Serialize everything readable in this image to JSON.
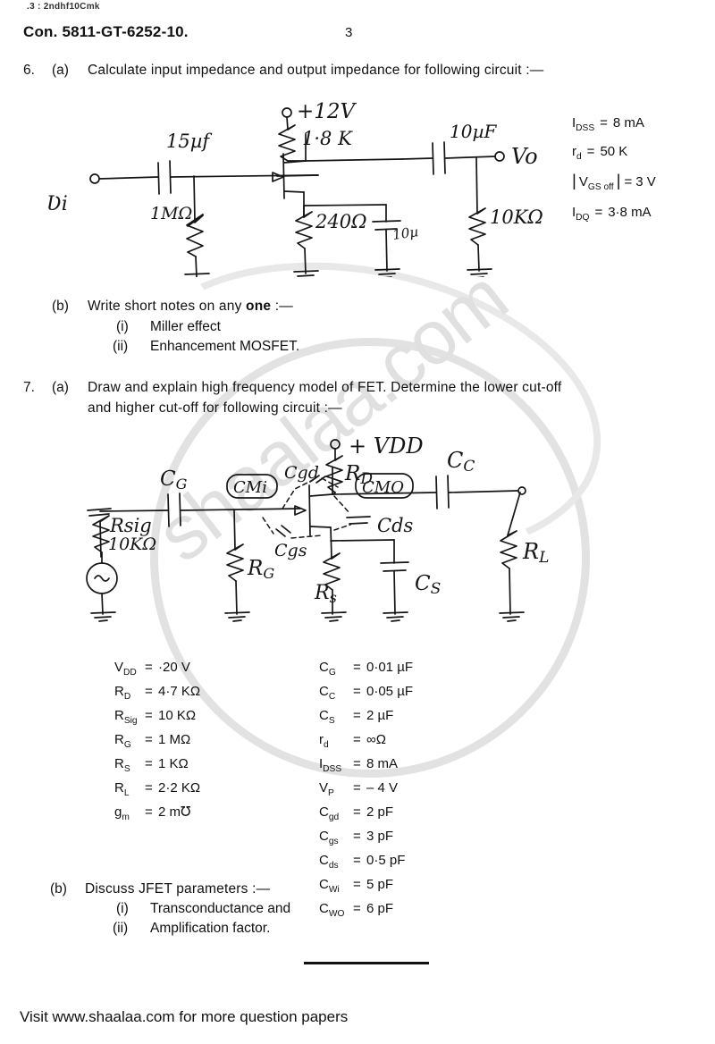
{
  "header": {
    "tiny_code": ".3 : 2ndhf10Cmk",
    "con_code": "Con. 5811-GT-6252-10.",
    "page_number": "3"
  },
  "watermark": {
    "text": "shaalaa.com"
  },
  "questions": [
    {
      "number": "6.",
      "letter": "(a)",
      "text": "Calculate input impedance and output impedance for following circuit :—",
      "circuit": {
        "name": "jfet-amplifier-circuit-1",
        "labels": {
          "input_source": "Vi",
          "input_cap": "15µf",
          "gate_resistor": "1MΩ",
          "supply": "+12V",
          "drain_resistor": "1·8 K",
          "source_resistor": "240Ω",
          "bypass_cap": "10µ",
          "coupling_cap": "10µF",
          "output": "Vo",
          "load_resistor": "10KΩ"
        }
      },
      "params": [
        {
          "name": "I",
          "sub": "DSS",
          "eq": "=",
          "value": "8 mA"
        },
        {
          "name": "r",
          "sub": "d",
          "eq": "=",
          "value": "50 K"
        },
        {
          "name": "V",
          "sub": "GS off",
          "eq": "=",
          "value": "3 V",
          "absolute": true
        },
        {
          "name": "I",
          "sub": "DQ",
          "eq": "=",
          "value": "3·8 mA"
        }
      ]
    },
    {
      "number": "",
      "letter": "(b)",
      "text_pre": "Write short notes on any ",
      "text_bold": "one",
      "text_post": " :—",
      "subitems": [
        {
          "roman": "(i)",
          "text": "Miller effect"
        },
        {
          "roman": "(ii)",
          "text": "Enhancement MOSFET."
        }
      ]
    },
    {
      "number": "7.",
      "letter": "(a)",
      "line1": "Draw and explain high frequency model of FET.  Determine the lower cut-off",
      "line2": "and higher cut-off for following circuit :—",
      "circuit": {
        "name": "jfet-high-frequency-circuit-2",
        "labels": {
          "sig_resistor": "Rsig",
          "sig_value": "10KΩ",
          "gate_cap": "CG",
          "miller_input_cap": "CMi",
          "cgd": "Cgd",
          "cgs": "Cgs",
          "gate_resistor": "RG",
          "source_resistor": "Rs",
          "supply": "+ VDD",
          "drain_resistor": "RD",
          "miller_output_cap": "CMO",
          "cds": "Cds",
          "source_bypass_cap": "CS",
          "coupling_cap": "CC",
          "load_resistor": "RL"
        }
      },
      "params_left": [
        {
          "name": "V",
          "sub": "DD",
          "eq": "=",
          "value": "·20 V"
        },
        {
          "name": "R",
          "sub": "D",
          "eq": "=",
          "value": "4·7 KΩ"
        },
        {
          "name": "R",
          "sub": "Sig",
          "eq": "=",
          "value": "10 KΩ"
        },
        {
          "name": "R",
          "sub": "G",
          "eq": "=",
          "value": "1 MΩ"
        },
        {
          "name": "R",
          "sub": "S",
          "eq": "=",
          "value": "1 KΩ"
        },
        {
          "name": "R",
          "sub": "L",
          "eq": "=",
          "value": "2·2 KΩ"
        },
        {
          "name": "g",
          "sub": "m",
          "eq": "=",
          "value": "2 m℧"
        }
      ],
      "params_right": [
        {
          "name": "C",
          "sub": "G",
          "eq": "=",
          "value": "0·01 µF"
        },
        {
          "name": "C",
          "sub": "C",
          "eq": "=",
          "value": "0·05 µF"
        },
        {
          "name": "C",
          "sub": "S",
          "eq": "=",
          "value": "2 µF"
        },
        {
          "name": "r",
          "sub": "d",
          "eq": "=",
          "value": "∞Ω"
        },
        {
          "name": "I",
          "sub": "DSS",
          "eq": "=",
          "value": "8 mA"
        },
        {
          "name": "V",
          "sub": "P",
          "eq": "=",
          "value": "– 4 V"
        },
        {
          "name": "C",
          "sub": "gd",
          "eq": "=",
          "value": "2 pF"
        },
        {
          "name": "C",
          "sub": "gs",
          "eq": "=",
          "value": "3 pF"
        },
        {
          "name": "C",
          "sub": "ds",
          "eq": "=",
          "value": "0·5 pF"
        },
        {
          "name": "C",
          "sub": "Wi",
          "eq": "=",
          "value": "5 pF"
        },
        {
          "name": "C",
          "sub": "WO",
          "eq": "=",
          "value": "6 pF"
        }
      ]
    },
    {
      "number": "",
      "letter": "(b)",
      "text": "Discuss JFET parameters :—",
      "subitems": [
        {
          "roman": "(i)",
          "text": "Transconductance and"
        },
        {
          "roman": "(ii)",
          "text": "Amplification factor."
        }
      ]
    }
  ],
  "footer": {
    "text": "Visit www.shaalaa.com for more question papers"
  }
}
